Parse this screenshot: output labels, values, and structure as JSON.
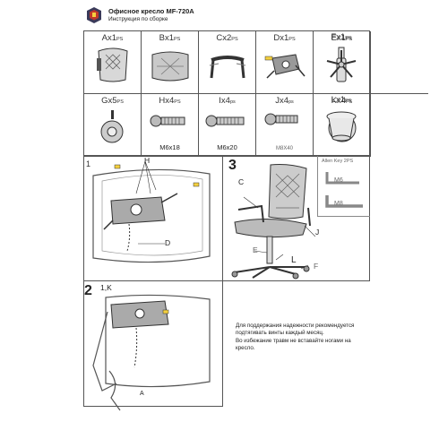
{
  "header": {
    "title": "Офисное кресло MF-720A",
    "subtitle": "Инструкция по сборке"
  },
  "parts": [
    {
      "code": "Ax1",
      "unit": "PS",
      "size": "",
      "icon": "backrest-cushion-icon"
    },
    {
      "code": "Bx1",
      "unit": "PS",
      "size": "",
      "icon": "seat-cushion-icon"
    },
    {
      "code": "Cx2",
      "unit": "PS",
      "size": "",
      "icon": "armrest-icon"
    },
    {
      "code": "Dx1",
      "unit": "PS",
      "size": "",
      "icon": "tilt-mechanism-icon"
    },
    {
      "code": "Ex1",
      "unit": "PS",
      "size": "",
      "icon": "gas-lift-icon"
    },
    {
      "code": "Fx1",
      "unit": "PS",
      "size": "",
      "icon": "star-base-icon"
    },
    {
      "code": "Gx5",
      "unit": "PS",
      "size": "",
      "icon": "caster-icon"
    },
    {
      "code": "Hx4",
      "unit": "PS",
      "size": "M6x18",
      "icon": "bolt-short-icon"
    },
    {
      "code": "Ix4",
      "unit": "ps",
      "size": "M6x20",
      "icon": "bolt-long-icon"
    },
    {
      "code": "Jx4",
      "unit": "ps",
      "size": "M8X40",
      "icon": "bolt-m8-icon"
    },
    {
      "code": "Kx4",
      "unit": "PS",
      "size": "",
      "icon": "washer-icon"
    },
    {
      "code": "Lx1",
      "unit": "PS",
      "size": "",
      "icon": "gas-lift-cover-icon"
    }
  ],
  "steps": {
    "step1": {
      "number": "1",
      "labels": [
        "H",
        "D"
      ]
    },
    "step2": {
      "number": "2",
      "label_top": "1,K",
      "labels": [
        "A"
      ]
    },
    "step3": {
      "number": "3",
      "labels": [
        "C",
        "J",
        "E",
        "L",
        "F"
      ]
    }
  },
  "allen_key": {
    "title": "Allen Key 2PS",
    "m6": "M6",
    "m8": "M8"
  },
  "note": {
    "line1": "Для поддержания надежности рекомендуется подтягивать винты каждый месяц.",
    "line2": "Во избежание травм не вставайте ногами на кресло."
  }
}
